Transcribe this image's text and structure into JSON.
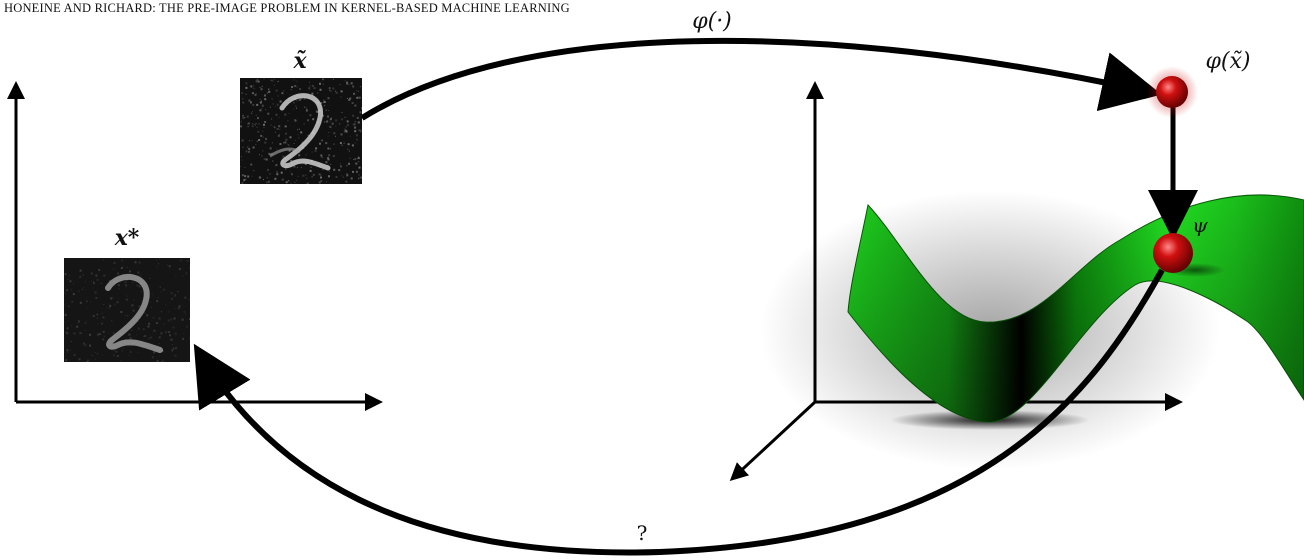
{
  "header": {
    "running_title": "HONEINE AND RICHARD: THE PRE-IMAGE PROBLEM IN KERNEL-BASED MACHINE LEARNING"
  },
  "labels": {
    "phi_map": "φ(·)",
    "x_tilde": "x̃",
    "phi_x_tilde": "φ(x̃)",
    "psi": "ψ",
    "x_star": "x*",
    "question": "?"
  },
  "colors": {
    "surface_green": "#22cc22",
    "ball_red": "#cc1111",
    "arrow": "#000000",
    "digit_background": "#111111"
  },
  "images": {
    "noisy_digit": "handwritten digit 2 with noise",
    "preimage_digit": "handwritten digit 2 reconstructed"
  }
}
